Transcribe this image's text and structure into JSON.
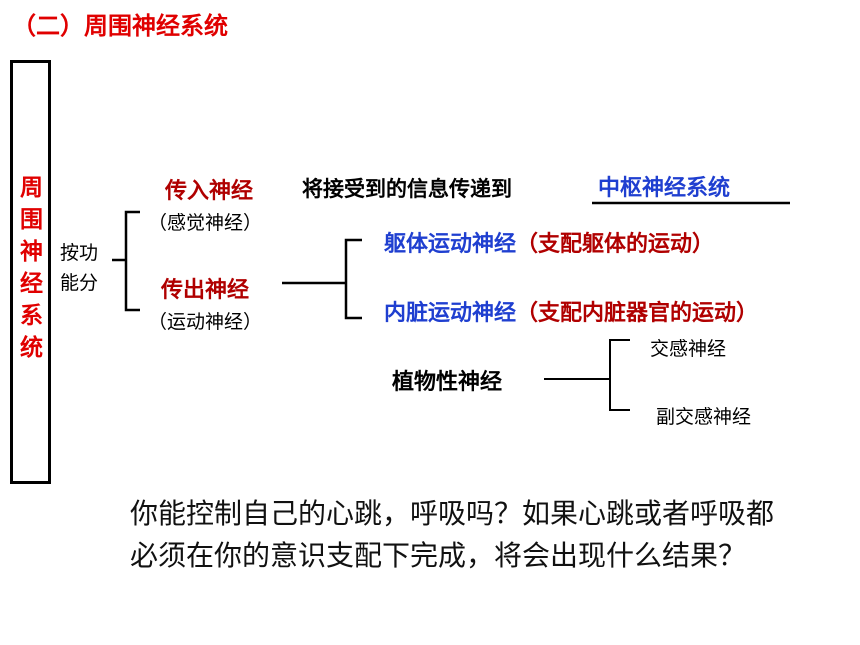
{
  "heading": "（二）周围神经系统",
  "vertical_label": "周围神经系统",
  "function_label": "按功能分",
  "afferent": {
    "name": "传入神经",
    "alias": "（感觉神经）",
    "description": "将接受到的信息传递到",
    "blank_answer": "中枢神经系统"
  },
  "efferent": {
    "name": "传出神经",
    "alias": "（运动神经）",
    "somatic": "躯体运动神经",
    "somatic_note": "（支配躯体的运动）",
    "visceral": "内脏运动神经",
    "visceral_note": "（支配内脏器官的运动）"
  },
  "autonomic": {
    "name": "植物性神经",
    "sympathetic": "交感神经",
    "parasympathetic": "副交感神经"
  },
  "question": "你能控制自己的心跳，呼吸吗？如果心跳或者呼吸都必须在你的意识支配下完成，将会出现什么结果？",
  "colors": {
    "heading_red": "#e00000",
    "term_red": "#b00000",
    "term_blue": "#1f3fd0"
  }
}
